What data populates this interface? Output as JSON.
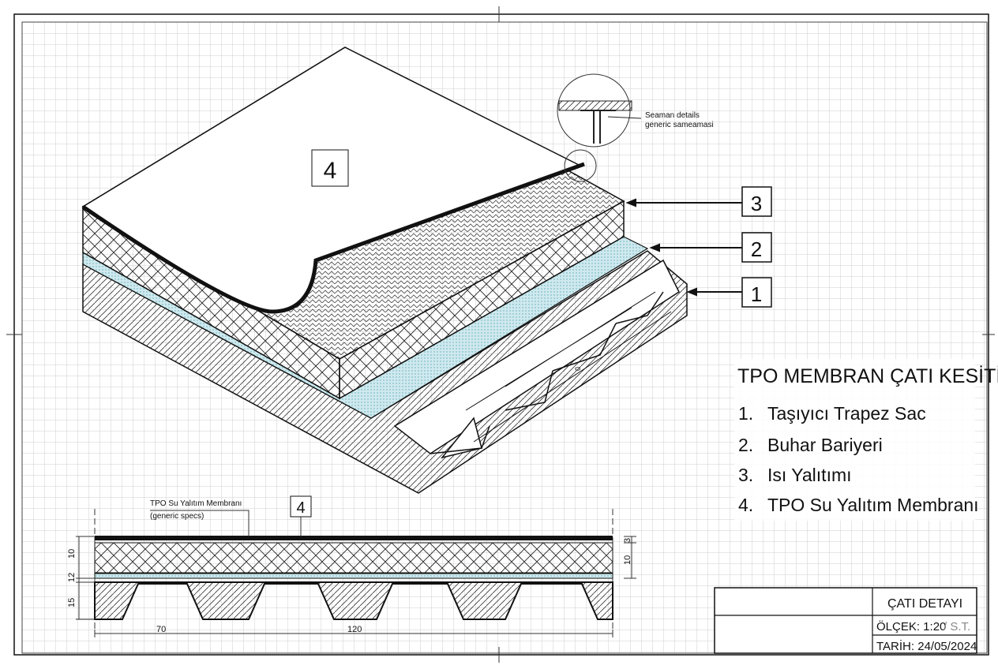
{
  "title": "TPO MEMBRAN ÇATI KESİTİ",
  "legend": [
    {
      "num": "1.",
      "label": "Taşıyıcı Trapez Sac"
    },
    {
      "num": "2.",
      "label": "Buhar Bariyeri"
    },
    {
      "num": "3.",
      "label": "Isı Yalıtımı"
    },
    {
      "num": "4.",
      "label": "TPO Su Yalıtım Membranı"
    }
  ],
  "callouts": {
    "c1": "1",
    "c2": "2",
    "c3": "3",
    "c4": "4",
    "c4b": "4"
  },
  "seam_detail": {
    "line1": "Seaman details",
    "line2": "generic sameamasi"
  },
  "section": {
    "membrane_label": "TPO Su Yalıtım Membranı",
    "membrane_sub": "(generic specs)",
    "dims": {
      "d10": "10",
      "d12": "12",
      "d15": "15",
      "d70": "70",
      "d120": "120",
      "r3": "3",
      "r10": "10",
      "iso_dim": "0"
    }
  },
  "title_block": {
    "name": "ÇATI DETAYI",
    "scale_label": "ÖLÇEK: 1:20",
    "scale_suffix": "/ S.T.",
    "date": "TARİH:  24/05/2024"
  },
  "colors": {
    "line": "#111111",
    "grid": "#c8c8c8",
    "vapor": "#9fd3dc"
  }
}
